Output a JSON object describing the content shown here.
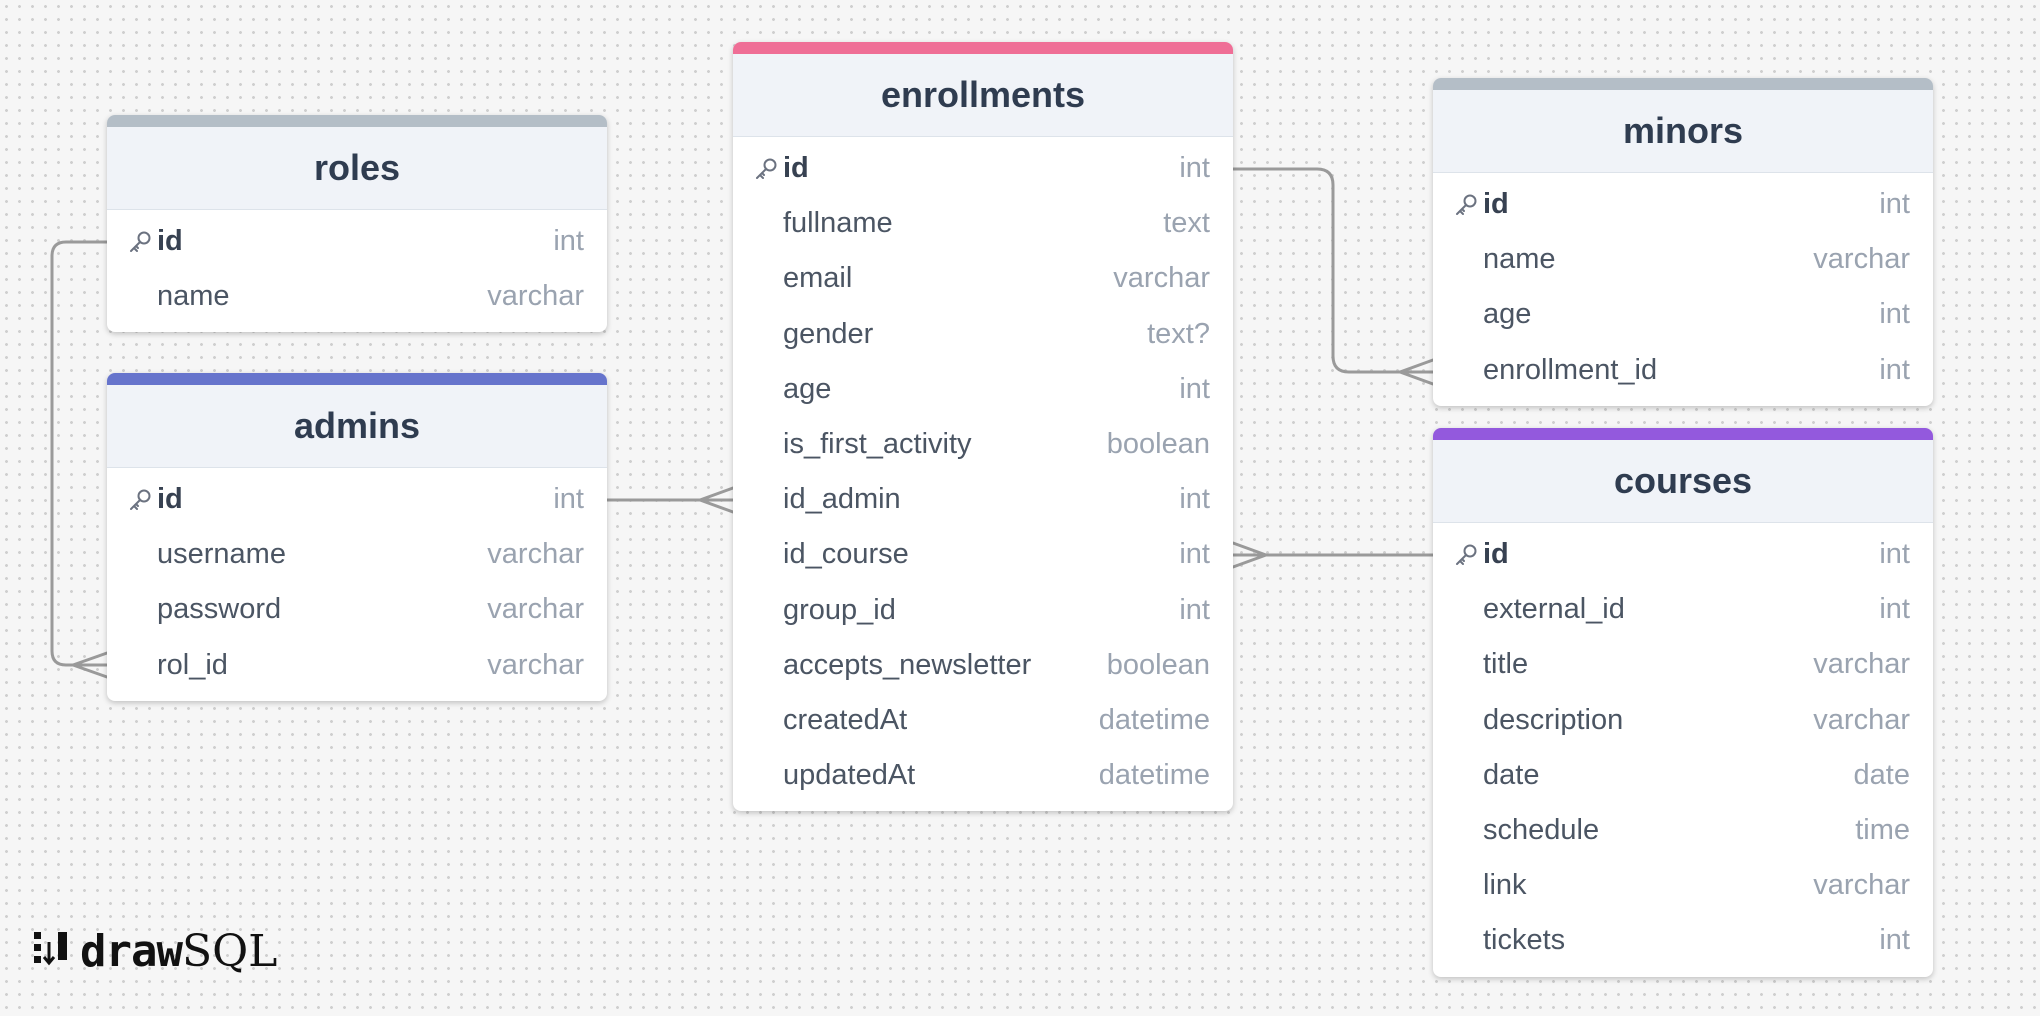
{
  "colors": {
    "canvas": "#f6f6f6",
    "relation_line": "#9a9a9a",
    "roles_accent": "#b4bec7",
    "admins_accent": "#6674cc",
    "enrollments_accent": "#ef6e96",
    "minors_accent": "#b4bec7",
    "courses_accent": "#9359dd"
  },
  "tables": {
    "roles": {
      "name": "roles",
      "columns": [
        {
          "name": "id",
          "type": "int",
          "primary_key": true
        },
        {
          "name": "name",
          "type": "varchar"
        }
      ]
    },
    "admins": {
      "name": "admins",
      "columns": [
        {
          "name": "id",
          "type": "int",
          "primary_key": true
        },
        {
          "name": "username",
          "type": "varchar"
        },
        {
          "name": "password",
          "type": "varchar"
        },
        {
          "name": "rol_id",
          "type": "varchar"
        }
      ]
    },
    "enrollments": {
      "name": "enrollments",
      "columns": [
        {
          "name": "id",
          "type": "int",
          "primary_key": true
        },
        {
          "name": "fullname",
          "type": "text"
        },
        {
          "name": "email",
          "type": "varchar"
        },
        {
          "name": "gender",
          "type": "text?"
        },
        {
          "name": "age",
          "type": "int"
        },
        {
          "name": "is_first_activity",
          "type": "boolean"
        },
        {
          "name": "id_admin",
          "type": "int"
        },
        {
          "name": "id_course",
          "type": "int"
        },
        {
          "name": "group_id",
          "type": "int"
        },
        {
          "name": "accepts_newsletter",
          "type": "boolean"
        },
        {
          "name": "createdAt",
          "type": "datetime"
        },
        {
          "name": "updatedAt",
          "type": "datetime"
        }
      ]
    },
    "minors": {
      "name": "minors",
      "columns": [
        {
          "name": "id",
          "type": "int",
          "primary_key": true
        },
        {
          "name": "name",
          "type": "varchar"
        },
        {
          "name": "age",
          "type": "int"
        },
        {
          "name": "enrollment_id",
          "type": "int"
        }
      ]
    },
    "courses": {
      "name": "courses",
      "columns": [
        {
          "name": "id",
          "type": "int",
          "primary_key": true
        },
        {
          "name": "external_id",
          "type": "int"
        },
        {
          "name": "title",
          "type": "varchar"
        },
        {
          "name": "description",
          "type": "varchar"
        },
        {
          "name": "date",
          "type": "date"
        },
        {
          "name": "schedule",
          "type": "time"
        },
        {
          "name": "link",
          "type": "varchar"
        },
        {
          "name": "tickets",
          "type": "int"
        }
      ]
    }
  },
  "relations": [
    {
      "from": "roles.id",
      "to": "admins.rol_id",
      "cardinality": "one-to-many"
    },
    {
      "from": "admins.id",
      "to": "enrollments.id_admin",
      "cardinality": "one-to-many"
    },
    {
      "from": "enrollments.id",
      "to": "minors.enrollment_id",
      "cardinality": "one-to-many"
    },
    {
      "from": "courses.id",
      "to": "enrollments.id_course",
      "cardinality": "one-to-many"
    }
  ],
  "brand": {
    "part1": "draw",
    "part2": "SQL",
    "icon": "drawsql-logo-icon"
  }
}
